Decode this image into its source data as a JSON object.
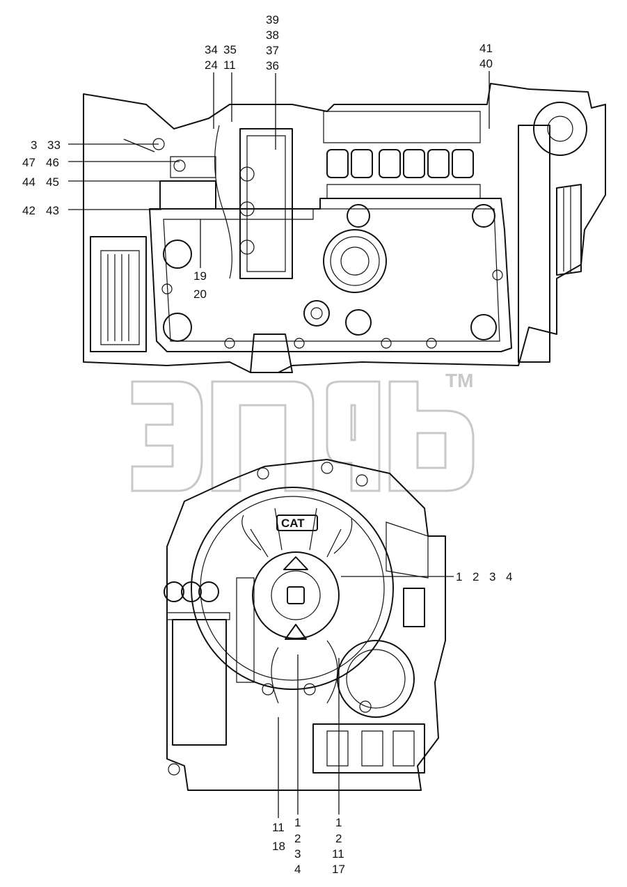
{
  "watermark": {
    "trademark": "TM"
  },
  "top_view": {
    "callouts": {
      "c39": "39",
      "c38": "38",
      "c37": "37",
      "c36": "36",
      "c34": "34",
      "c35": "35",
      "c24": "24",
      "c11": "11",
      "c41": "41",
      "c40": "40",
      "c3": "3",
      "c33": "33",
      "c47": "47",
      "c46": "46",
      "c44": "44",
      "c45": "45",
      "c42": "42",
      "c43": "43",
      "c19": "19",
      "c20": "20"
    }
  },
  "bottom_view": {
    "badge": "CAT",
    "callouts": {
      "r1": "1",
      "r2": "2",
      "r3": "3",
      "r4": "4",
      "a11": "11",
      "a18": "18",
      "b1": "1",
      "b2": "2",
      "b3": "3",
      "b4": "4",
      "d1": "1",
      "d2": "2",
      "d11": "11",
      "d17": "17"
    }
  }
}
